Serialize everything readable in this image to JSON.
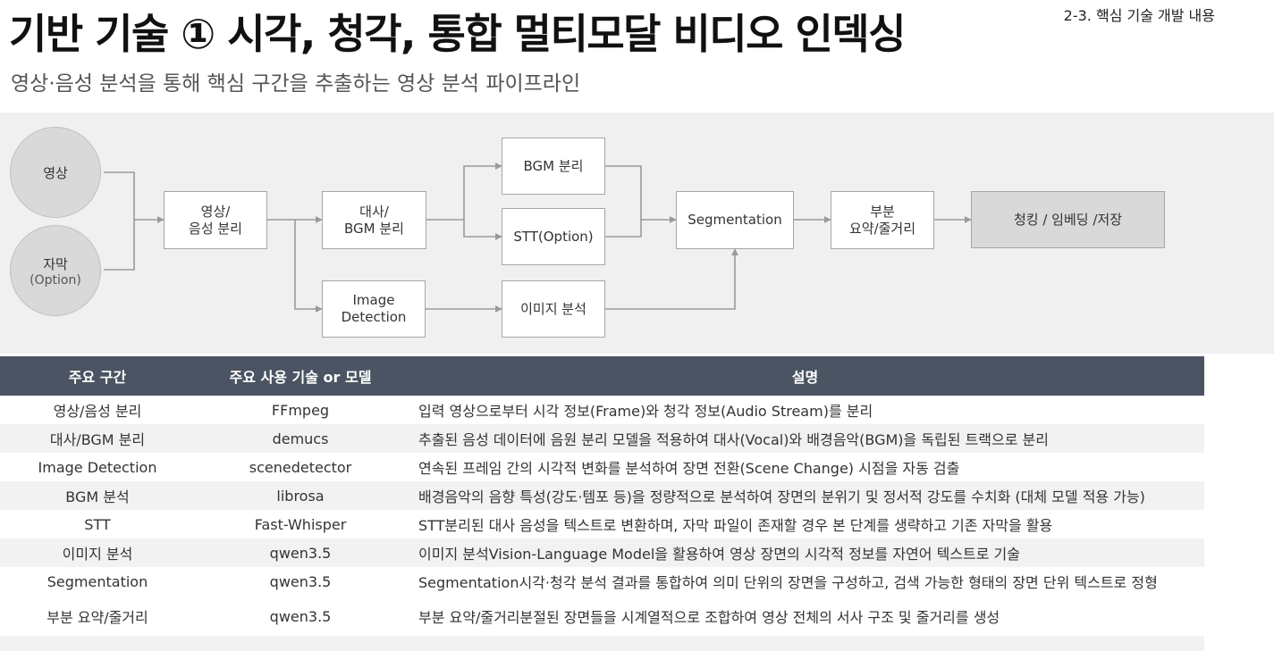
{
  "header": {
    "section_label": "2-3. 핵심 기술 개발 내용",
    "title": "기반 기술 ① 시각, 청각, 통합 멀티모달 비디오 인덱싱",
    "subtitle": "영상·음성 분석을 통해 핵심 구간을 추출하는 영상 분석 파이프라인"
  },
  "diagram": {
    "inputs": {
      "video": "영상",
      "subtitle_main": "자막",
      "subtitle_sub": "(Option)"
    },
    "nodes": {
      "av_split": "영상/\n음성 분리",
      "dialog_bgm": "대사/\nBGM 분리",
      "image_detection": "Image\nDetection",
      "bgm_analysis": "BGM 분리",
      "stt": "STT(Option)",
      "image_analysis": "이미지 분석",
      "segmentation": "Segmentation",
      "summary": "부분\n요약/줄거리",
      "output": "청킹 / 임베딩 /저장"
    },
    "colors": {
      "arrow": "#9a9a9a",
      "node_border": "#a6a6a6",
      "panel_bg": "#f0f0f0",
      "table_header": "#4a5462"
    }
  },
  "table": {
    "headers": [
      "주요 구간",
      "주요 사용 기술 or 모델",
      "설명"
    ],
    "rows": [
      [
        "영상/음성 분리",
        "FFmpeg",
        "입력 영상으로부터 시각 정보(Frame)와 청각 정보(Audio Stream)를 분리"
      ],
      [
        "대사/BGM 분리",
        "demucs",
        "추출된 음성 데이터에 음원 분리 모델을 적용하여 대사(Vocal)와 배경음악(BGM)을 독립된 트랙으로 분리"
      ],
      [
        "Image Detection",
        "scenedetector",
        "연속된 프레임 간의 시각적 변화를 분석하여 장면 전환(Scene Change) 시점을 자동 검출"
      ],
      [
        "BGM 분석",
        "librosa",
        "배경음악의 음향 특성(강도·템포 등)을 정량적으로 분석하여 장면의 분위기 및 정서적 강도를 수치화 (대체 모델 적용 가능)"
      ],
      [
        "STT",
        "Fast-Whisper",
        "STT분리된 대사 음성을 텍스트로 변환하며, 자막 파일이 존재할 경우 본 단계를 생략하고 기존 자막을 활용"
      ],
      [
        "이미지 분석",
        "qwen3.5",
        "이미지 분석Vision-Language Model을 활용하여 영상 장면의 시각적 정보를 자연어 텍스트로 기술"
      ],
      [
        "Segmentation",
        "qwen3.5",
        "Segmentation시각·청각 분석 결과를 통합하여 의미 단위의 장면을 구성하고, 검색 가능한 형태의 장면 단위 텍스트로 정형"
      ],
      [
        "부분 요약/줄거리",
        "qwen3.5",
        "부분 요약/줄거리분절된 장면들을 시계열적으로 조합하여 영상 전체의 서사 구조 및 줄거리를 생성"
      ]
    ]
  }
}
